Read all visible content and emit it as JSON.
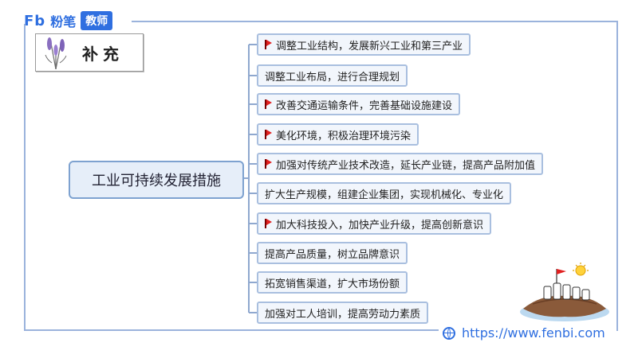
{
  "brand": {
    "logo_text": "Fb",
    "name": "粉笔",
    "tag": "教师"
  },
  "supplement_label": "补充",
  "central_topic": "工业可持续发展措施",
  "branches": [
    {
      "label": "调整工业结构，发展新兴工业和第三产业",
      "flag": true
    },
    {
      "label": "调整工业布局，进行合理规划",
      "flag": false
    },
    {
      "label": "改善交通运输条件，完善基础设施建设",
      "flag": true
    },
    {
      "label": "美化环境，积极治理环境污染",
      "flag": true
    },
    {
      "label": "加强对传统产业技术改造，延长产业链，提高产品附加值",
      "flag": true
    },
    {
      "label": "扩大生产规模，组建企业集团，实现机械化、专业化",
      "flag": false
    },
    {
      "label": "加大科技投入，加快产业升级，提高创新意识",
      "flag": true
    },
    {
      "label": "提高产品质量，树立品牌意识",
      "flag": false
    },
    {
      "label": "拓宽销售渠道，扩大市场份额",
      "flag": false
    },
    {
      "label": "加强对工人培训，提高劳动力素质",
      "flag": false
    }
  ],
  "website": "https://www.fenbi.com",
  "colors": {
    "brand_blue": "#2f6fe0",
    "node_border": "#a9bfdf",
    "node_fill": "#f2f6fc",
    "flag_red": "#e02020"
  }
}
